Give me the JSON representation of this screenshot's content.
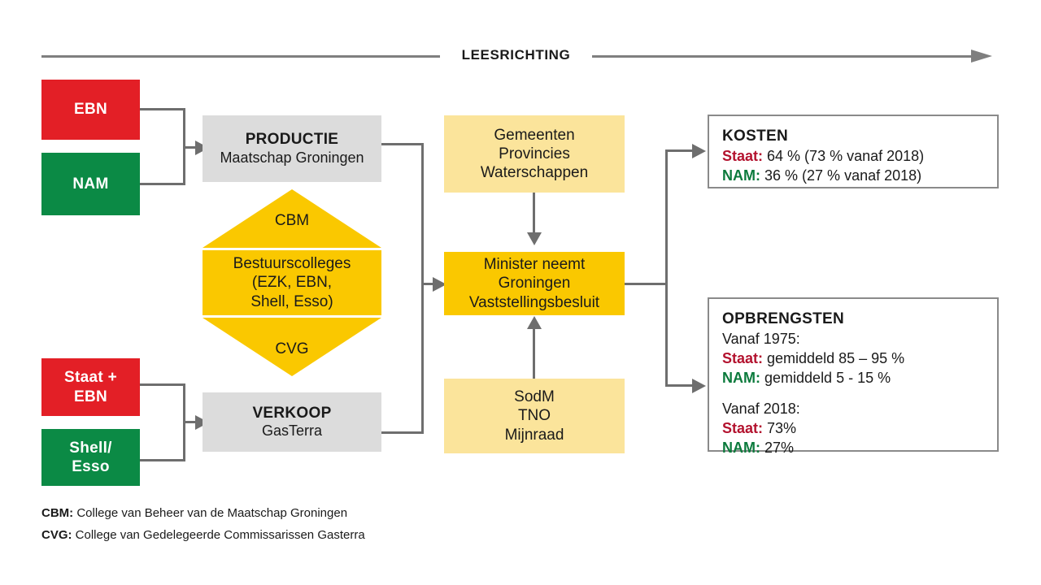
{
  "header": {
    "reading_direction_label": "LEESRICHTING"
  },
  "inputs_top": [
    {
      "label": "EBN",
      "color": "#E31F26"
    },
    {
      "label": "NAM",
      "color": "#0B8A45"
    }
  ],
  "inputs_bottom": [
    {
      "label": "Staat +\nEBN",
      "line1": "Staat +",
      "line2": "EBN",
      "color": "#E31F26"
    },
    {
      "label": "Shell/\nEsso",
      "line1": "Shell/",
      "line2": "Esso",
      "color": "#0B8A45"
    }
  ],
  "process": {
    "productie": {
      "title": "PRODUCTIE",
      "subtitle": "Maatschap Groningen",
      "color": "#DCDCDC"
    },
    "verkoop": {
      "title": "VERKOOP",
      "subtitle": "GasTerra",
      "color": "#DCDCDC"
    }
  },
  "hexagon": {
    "top_label": "CBM",
    "middle_line1": "Bestuurscolleges",
    "middle_line2": "(EZK, EBN,",
    "middle_line3": "Shell, Esso)",
    "bottom_label": "CVG",
    "color": "#FAC800"
  },
  "advisors_top": {
    "line1": "Gemeenten",
    "line2": "Provincies",
    "line3": "Waterschappen",
    "color": "#FBE49B"
  },
  "decision": {
    "line1": "Minister neemt",
    "line2": "Groningen",
    "line3": "Vaststellingsbesluit",
    "color": "#FAC800"
  },
  "advisors_bottom": {
    "line1": "SodM",
    "line2": "TNO",
    "line3": "Mijnraad",
    "color": "#FBE49B"
  },
  "kosten": {
    "title": "KOSTEN",
    "rows": [
      {
        "tag": "Staat:",
        "tag_color": "#B3122E",
        "value": "64 % (73 % vanaf 2018)"
      },
      {
        "tag": "NAM:",
        "tag_color": "#0B7A3C",
        "value": "36 % (27 % vanaf 2018)"
      }
    ]
  },
  "opbrengsten": {
    "title": "OPBRENGSTEN",
    "group1_label": "Vanaf 1975:",
    "group1_rows": [
      {
        "tag": "Staat:",
        "tag_color": "#B3122E",
        "value": "gemiddeld 85 – 95 %"
      },
      {
        "tag": "NAM:",
        "tag_color": "#0B7A3C",
        "value": "gemiddeld 5 - 15 %"
      }
    ],
    "group2_label": "Vanaf 2018:",
    "group2_rows": [
      {
        "tag": "Staat:",
        "tag_color": "#B3122E",
        "value": "73%"
      },
      {
        "tag": "NAM:",
        "tag_color": "#0B7A3C",
        "value": "27%"
      }
    ]
  },
  "footnotes": [
    {
      "abbr": "CBM:",
      "text": "College van Beheer van de Maatschap Groningen"
    },
    {
      "abbr": "CVG:",
      "text": "College van Gedelegeerde Commissarissen Gasterra"
    }
  ]
}
